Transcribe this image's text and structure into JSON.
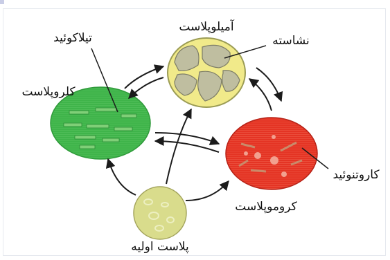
{
  "labels": {
    "amyloplast": "آمیلوپلاست",
    "starch": "نشاسته",
    "thylakoid": "تیلاکوئید",
    "chloroplast": "کلروپلاست",
    "carotenoid": "کاروتنوئید",
    "chromoplast": "کروموپلاست",
    "proplastid": "پلاست اولیه"
  },
  "colors": {
    "chloroplast": "#3fb44a",
    "chromoplast": "#e43424",
    "amyloplast": "#d9d98c",
    "proplastid": "#d6d987",
    "arrow": "#1b1b1b"
  }
}
